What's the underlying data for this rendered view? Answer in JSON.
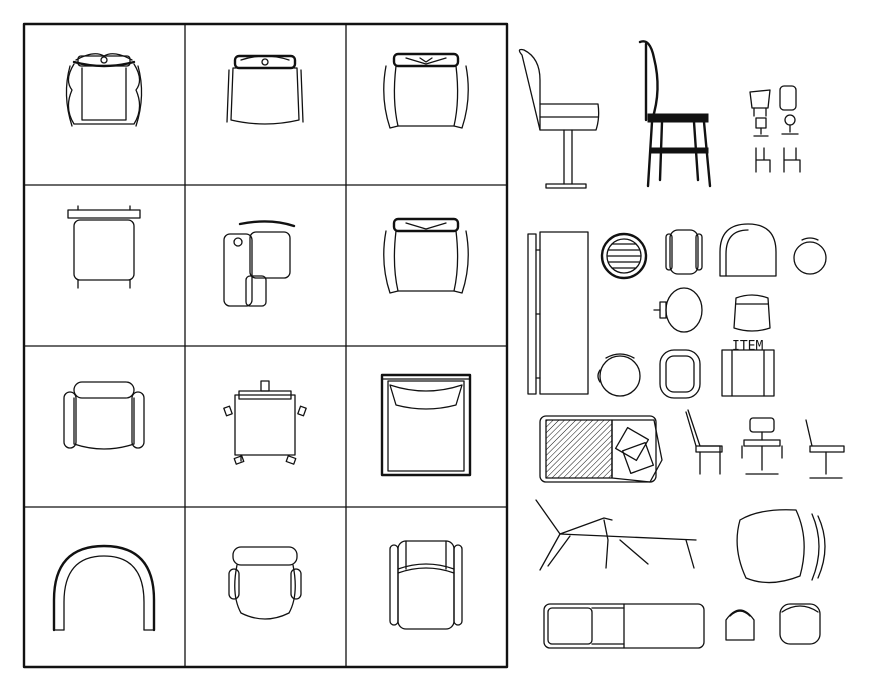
{
  "drawing": {
    "stroke_color": "#111111",
    "background": "#ffffff",
    "grid": {
      "rows": 4,
      "cols": 3
    },
    "labels": {
      "item": "ITEM"
    },
    "icons": [
      "armchair-ornate-icon",
      "armchair-ornate-icon",
      "armchair-ornate-icon",
      "chair-plan-icon",
      "sofa-l-shape-icon",
      "armchair-ornate-icon",
      "club-chair-icon",
      "office-chair-icon",
      "lounge-chair-icon",
      "round-back-chair-icon",
      "swivel-chair-icon",
      "recliner-icon",
      "bar-stool-icon",
      "bistro-chair-icon",
      "chair-set-icon",
      "bench-elevation-icon",
      "round-chair-icon",
      "chaise-lounge-icon",
      "side-chair-icon",
      "task-chair-icon",
      "deck-chair-icon"
    ]
  }
}
